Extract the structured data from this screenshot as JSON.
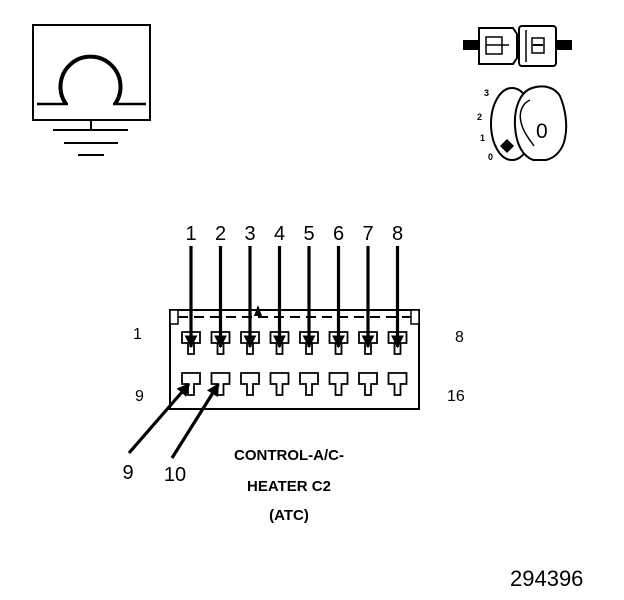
{
  "figure_number": "294396",
  "connector": {
    "title_lines": [
      "CONTROL-A/C-",
      "HEATER C2",
      "(ATC)"
    ],
    "row_labels": {
      "top_left": "1",
      "top_right": "8",
      "bottom_left": "9",
      "bottom_right": "16"
    },
    "top_pin_callouts": [
      "1",
      "2",
      "3",
      "4",
      "5",
      "6",
      "7",
      "8"
    ],
    "bottom_pin_callouts": [
      "9",
      "10"
    ]
  },
  "ignition_switch": {
    "positions": [
      "3",
      "2",
      "1",
      "0"
    ],
    "key_label": "0"
  },
  "icons": {
    "ground": "ground-symbol-icon",
    "connector_view": "connector-view-icon",
    "ignition": "ignition-key-icon"
  }
}
